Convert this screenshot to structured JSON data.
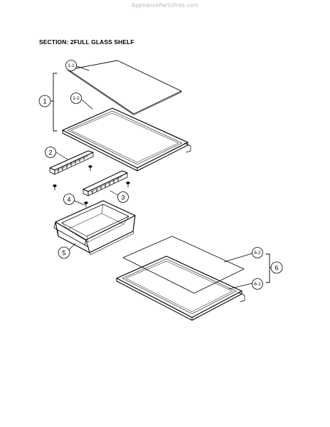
{
  "watermark": "AppliancePartsPros.com",
  "section_title": "SECTION: 2FULL GLASS SHELF",
  "callouts": {
    "c1_1": "1-1",
    "c1_2": "1-2",
    "c1": "1",
    "c2": "2",
    "c3": "3",
    "c4": "4",
    "c5": "5",
    "c6": "6",
    "c6_1": "6-1",
    "c6_2": "6-2"
  }
}
